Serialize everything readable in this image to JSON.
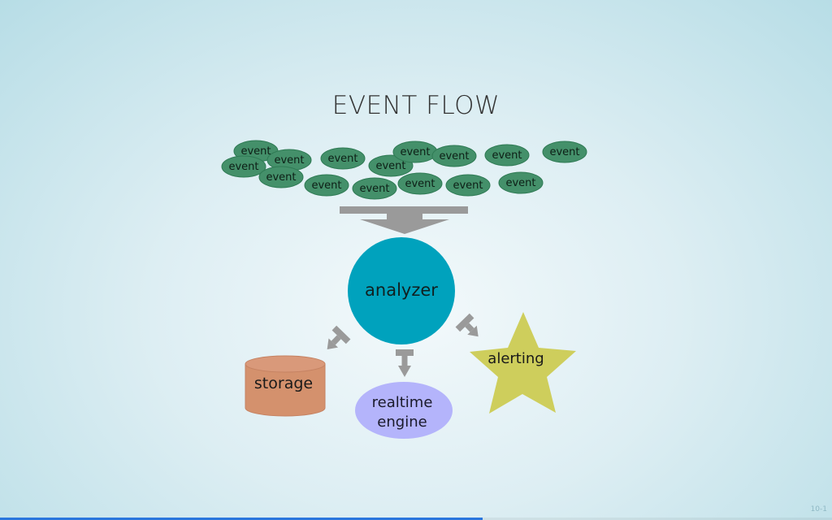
{
  "slide": {
    "title": "EVENT FLOW",
    "page_number": "10-1",
    "progress": 0.58
  },
  "colors": {
    "event": "#44906a",
    "analyzer": "#00a2bd",
    "storage": "#d4916d",
    "realtime": "#b4b4fb",
    "alerting": "#cece5c",
    "arrow": "#9a9a9a",
    "accent": "#2a76dd"
  },
  "events": {
    "label": "event",
    "count": 15
  },
  "nodes": {
    "analyzer": "analyzer",
    "storage": "storage",
    "realtime_line1": "realtime",
    "realtime_line2": "engine",
    "alerting": "alerting"
  }
}
